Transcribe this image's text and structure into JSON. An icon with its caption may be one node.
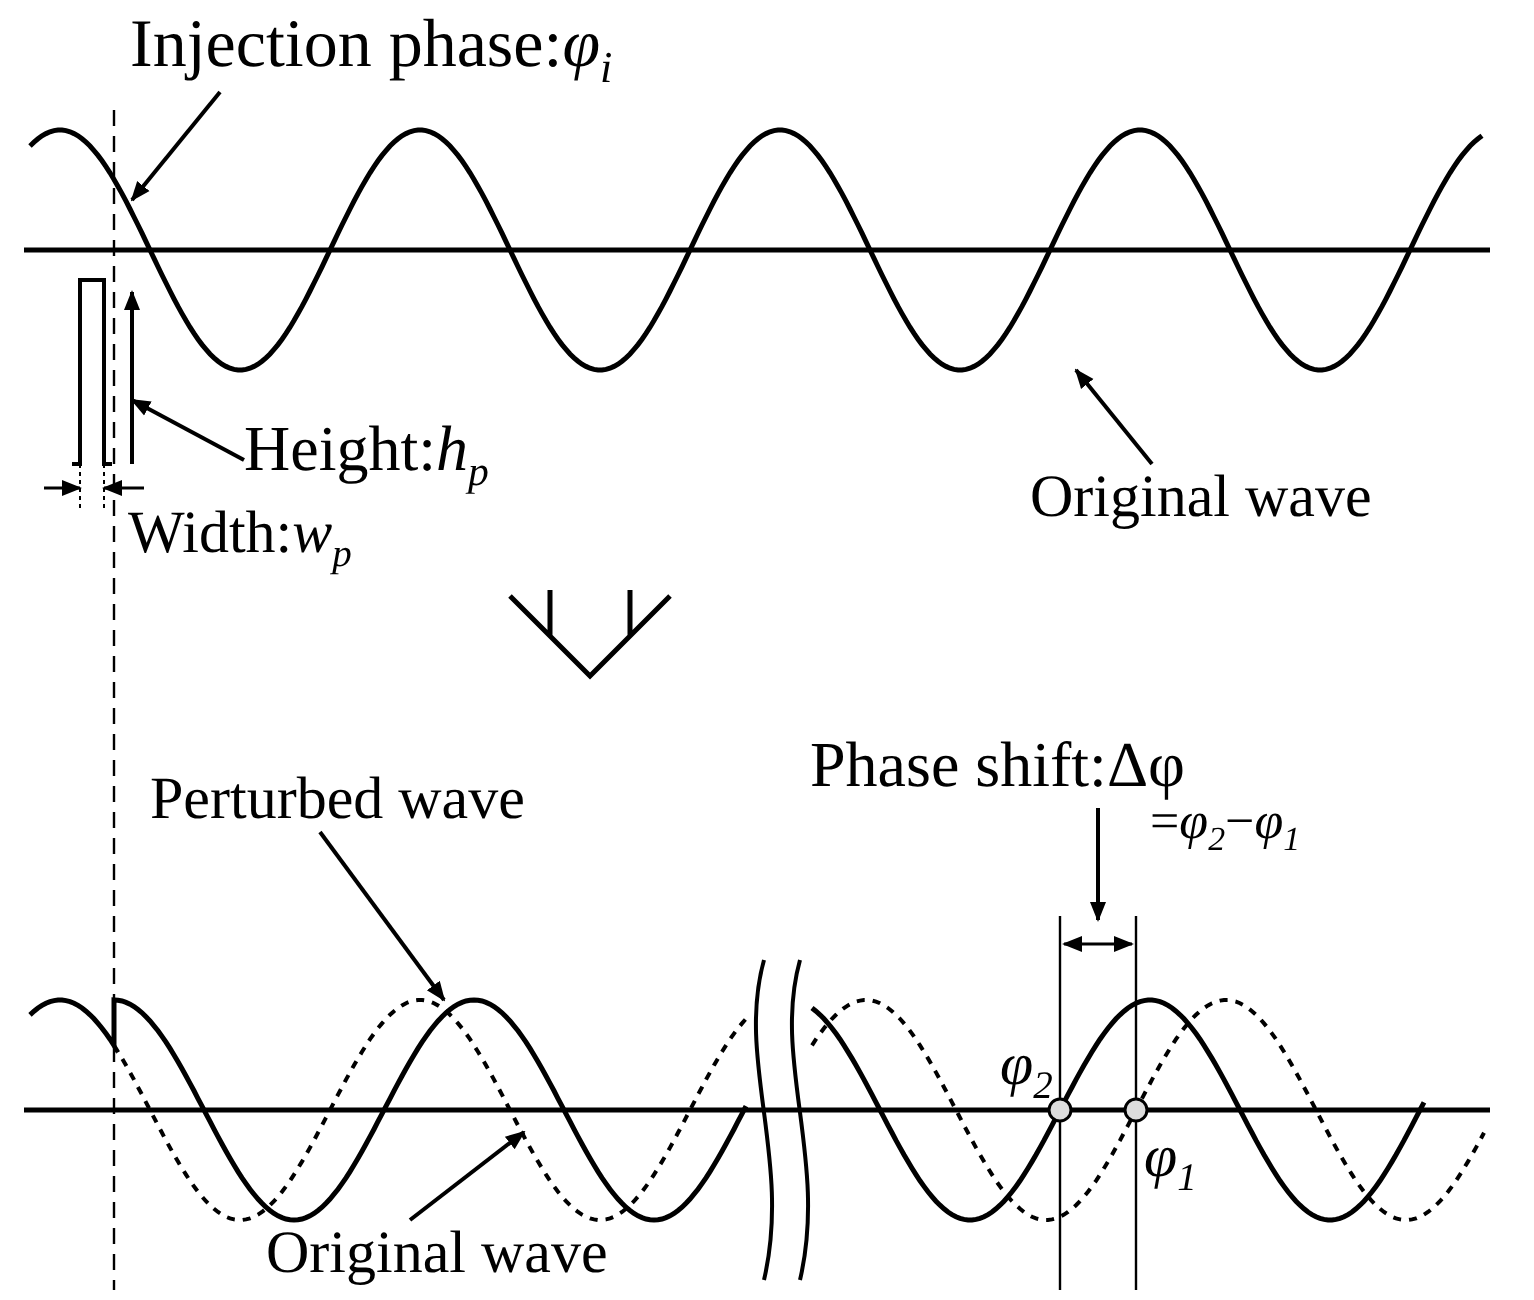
{
  "diagram": {
    "nodes": [
      {
        "text": [
          "Injection phase:*φ*$_{i}$"
        ]
      },
      {
        "text": [
          "Height:*h*$_{p}$"
        ]
      },
      {
        "text": [
          "Original wave"
        ]
      },
      {
        "text": [
          "Perturbed wave"
        ]
      },
      {
        "text": [
          "Phase shift:Δφ",
          "=*φ*$_{2}$−*φ*$_{1}$"
        ]
      },
      {
        "text": [
          "Original wave"
        ]
      },
      {
        "text": [],
        "shape": "curve"
      },
      {
        "text": [],
        "shape": "bar"
      },
      {
        "text": [],
        "shape": "curve"
      },
      {
        "text": [],
        "shape": "curve"
      }
    ],
    "edges": [
      {
        "from": 0,
        "to": 6,
        "arrow": "to"
      },
      {
        "from": 1,
        "to": 7,
        "arrow": "to"
      },
      {
        "from": 2,
        "to": 6,
        "arrow": "to"
      },
      {
        "from": 3,
        "to": 8,
        "arrow": "to"
      },
      {
        "from": 4,
        "to": null,
        "arrow": "to"
      },
      {
        "from": 5,
        "to": 9,
        "arrow": "to"
      }
    ],
    "labels": [
      "Width:*w*$_{p}$",
      "*φ*$_{2}$",
      "*φ*$_{1}$"
    ]
  }
}
